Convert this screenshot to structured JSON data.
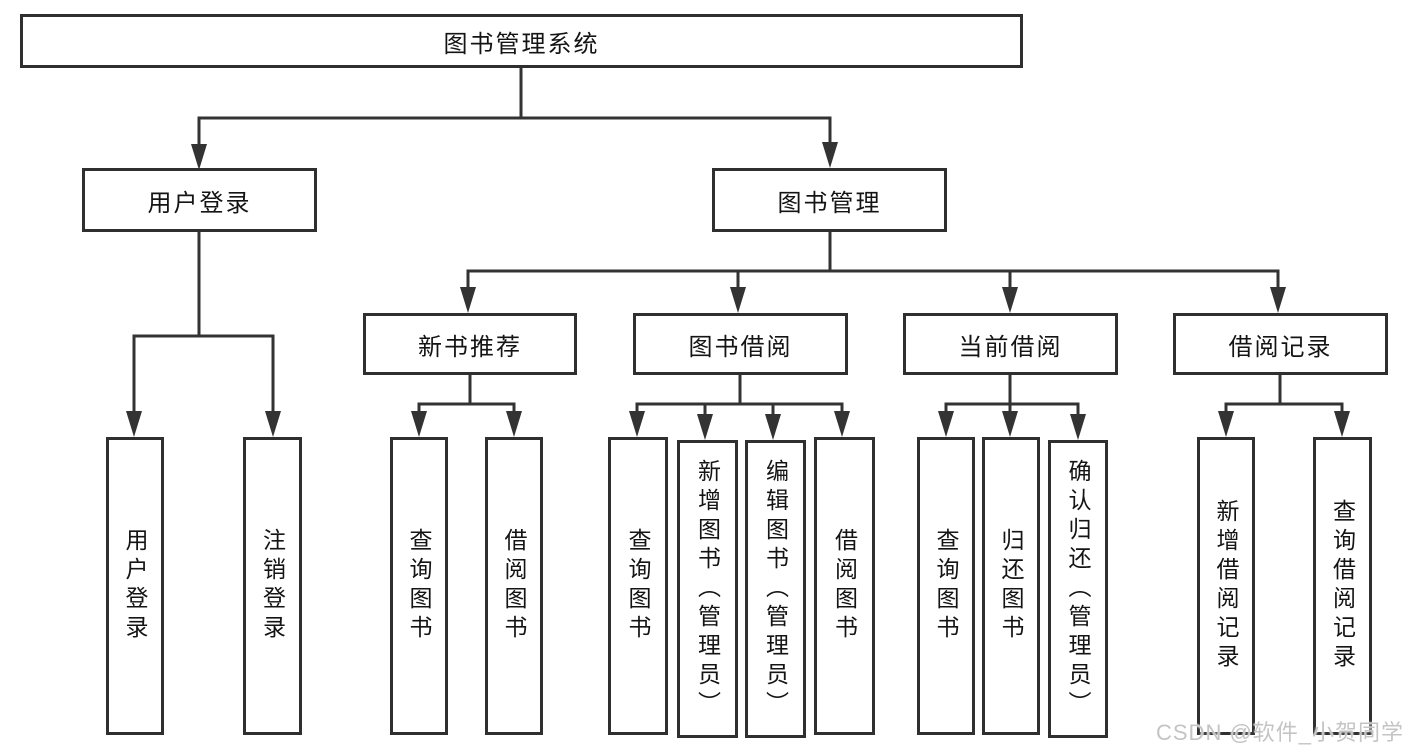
{
  "colors": {
    "background": "#ffffff",
    "line": "#333333",
    "box_border": "#2f2f2f",
    "text": "#141414",
    "watermark": "#c4c4c4"
  },
  "root": {
    "label": "图书管理系统"
  },
  "level2": {
    "user_login": {
      "label": "用户登录"
    },
    "book_mgmt": {
      "label": "图书管理"
    }
  },
  "level3": {
    "new_book": {
      "label": "新书推荐"
    },
    "borrow": {
      "label": "图书借阅"
    },
    "current": {
      "label": "当前借阅"
    },
    "records": {
      "label": "借阅记录"
    }
  },
  "leaves": {
    "user_login": {
      "label": "用户登录"
    },
    "logout": {
      "label": "注销登录"
    },
    "nb_query": {
      "label": "查询图书"
    },
    "nb_borrow": {
      "label": "借阅图书"
    },
    "bb_query": {
      "label": "查询图书"
    },
    "bb_add": {
      "label": "新增图书（管理员）"
    },
    "bb_edit": {
      "label": "编辑图书（管理员）"
    },
    "bb_borrow": {
      "label": "借阅图书"
    },
    "cb_query": {
      "label": "查询图书"
    },
    "cb_return": {
      "label": "归还图书"
    },
    "cb_confirm": {
      "label": "确认归还（管理员）"
    },
    "br_add": {
      "label": "新增借阅记录"
    },
    "br_query": {
      "label": "查询借阅记录"
    }
  },
  "watermark": {
    "text": "CSDN @软件_小贺同学"
  }
}
